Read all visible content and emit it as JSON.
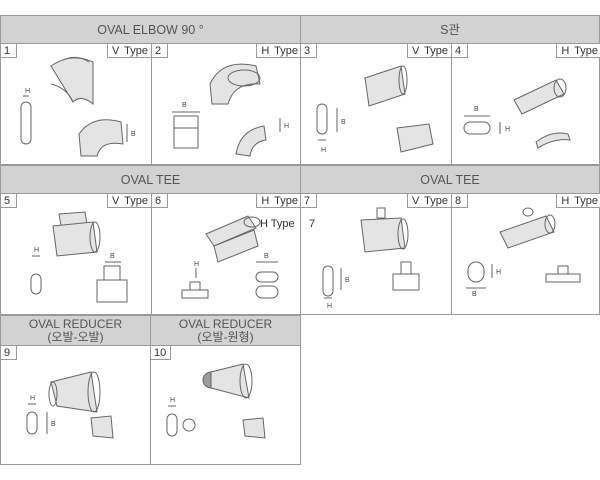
{
  "sections": {
    "elbow": {
      "title": "OVAL ELBOW 90 °"
    },
    "s_pipe": {
      "title": "S관"
    },
    "tee_v": {
      "title": "OVAL TEE"
    },
    "tee_h": {
      "title": "OVAL TEE"
    },
    "reducer_oval": {
      "title_line1": "OVAL REDUCER",
      "title_line2": "(오발-오발)"
    },
    "reducer_round": {
      "title_line1": "OVAL REDUCER",
      "title_line2": "(오발-원형)"
    }
  },
  "cells": [
    {
      "num": "1",
      "type": "V Type"
    },
    {
      "num": "2",
      "type": "H Type"
    },
    {
      "num": "3",
      "type": "V Type"
    },
    {
      "num": "4",
      "type": "H Type"
    },
    {
      "num": "5",
      "type": "V Type"
    },
    {
      "num": "6",
      "type": "H Type",
      "extra": "H Type"
    },
    {
      "num": "7",
      "type": "V Type",
      "extra": "7"
    },
    {
      "num": "8",
      "type": "H Type"
    },
    {
      "num": "9"
    },
    {
      "num": "10"
    }
  ],
  "dims": {
    "h": "H",
    "b": "B"
  }
}
